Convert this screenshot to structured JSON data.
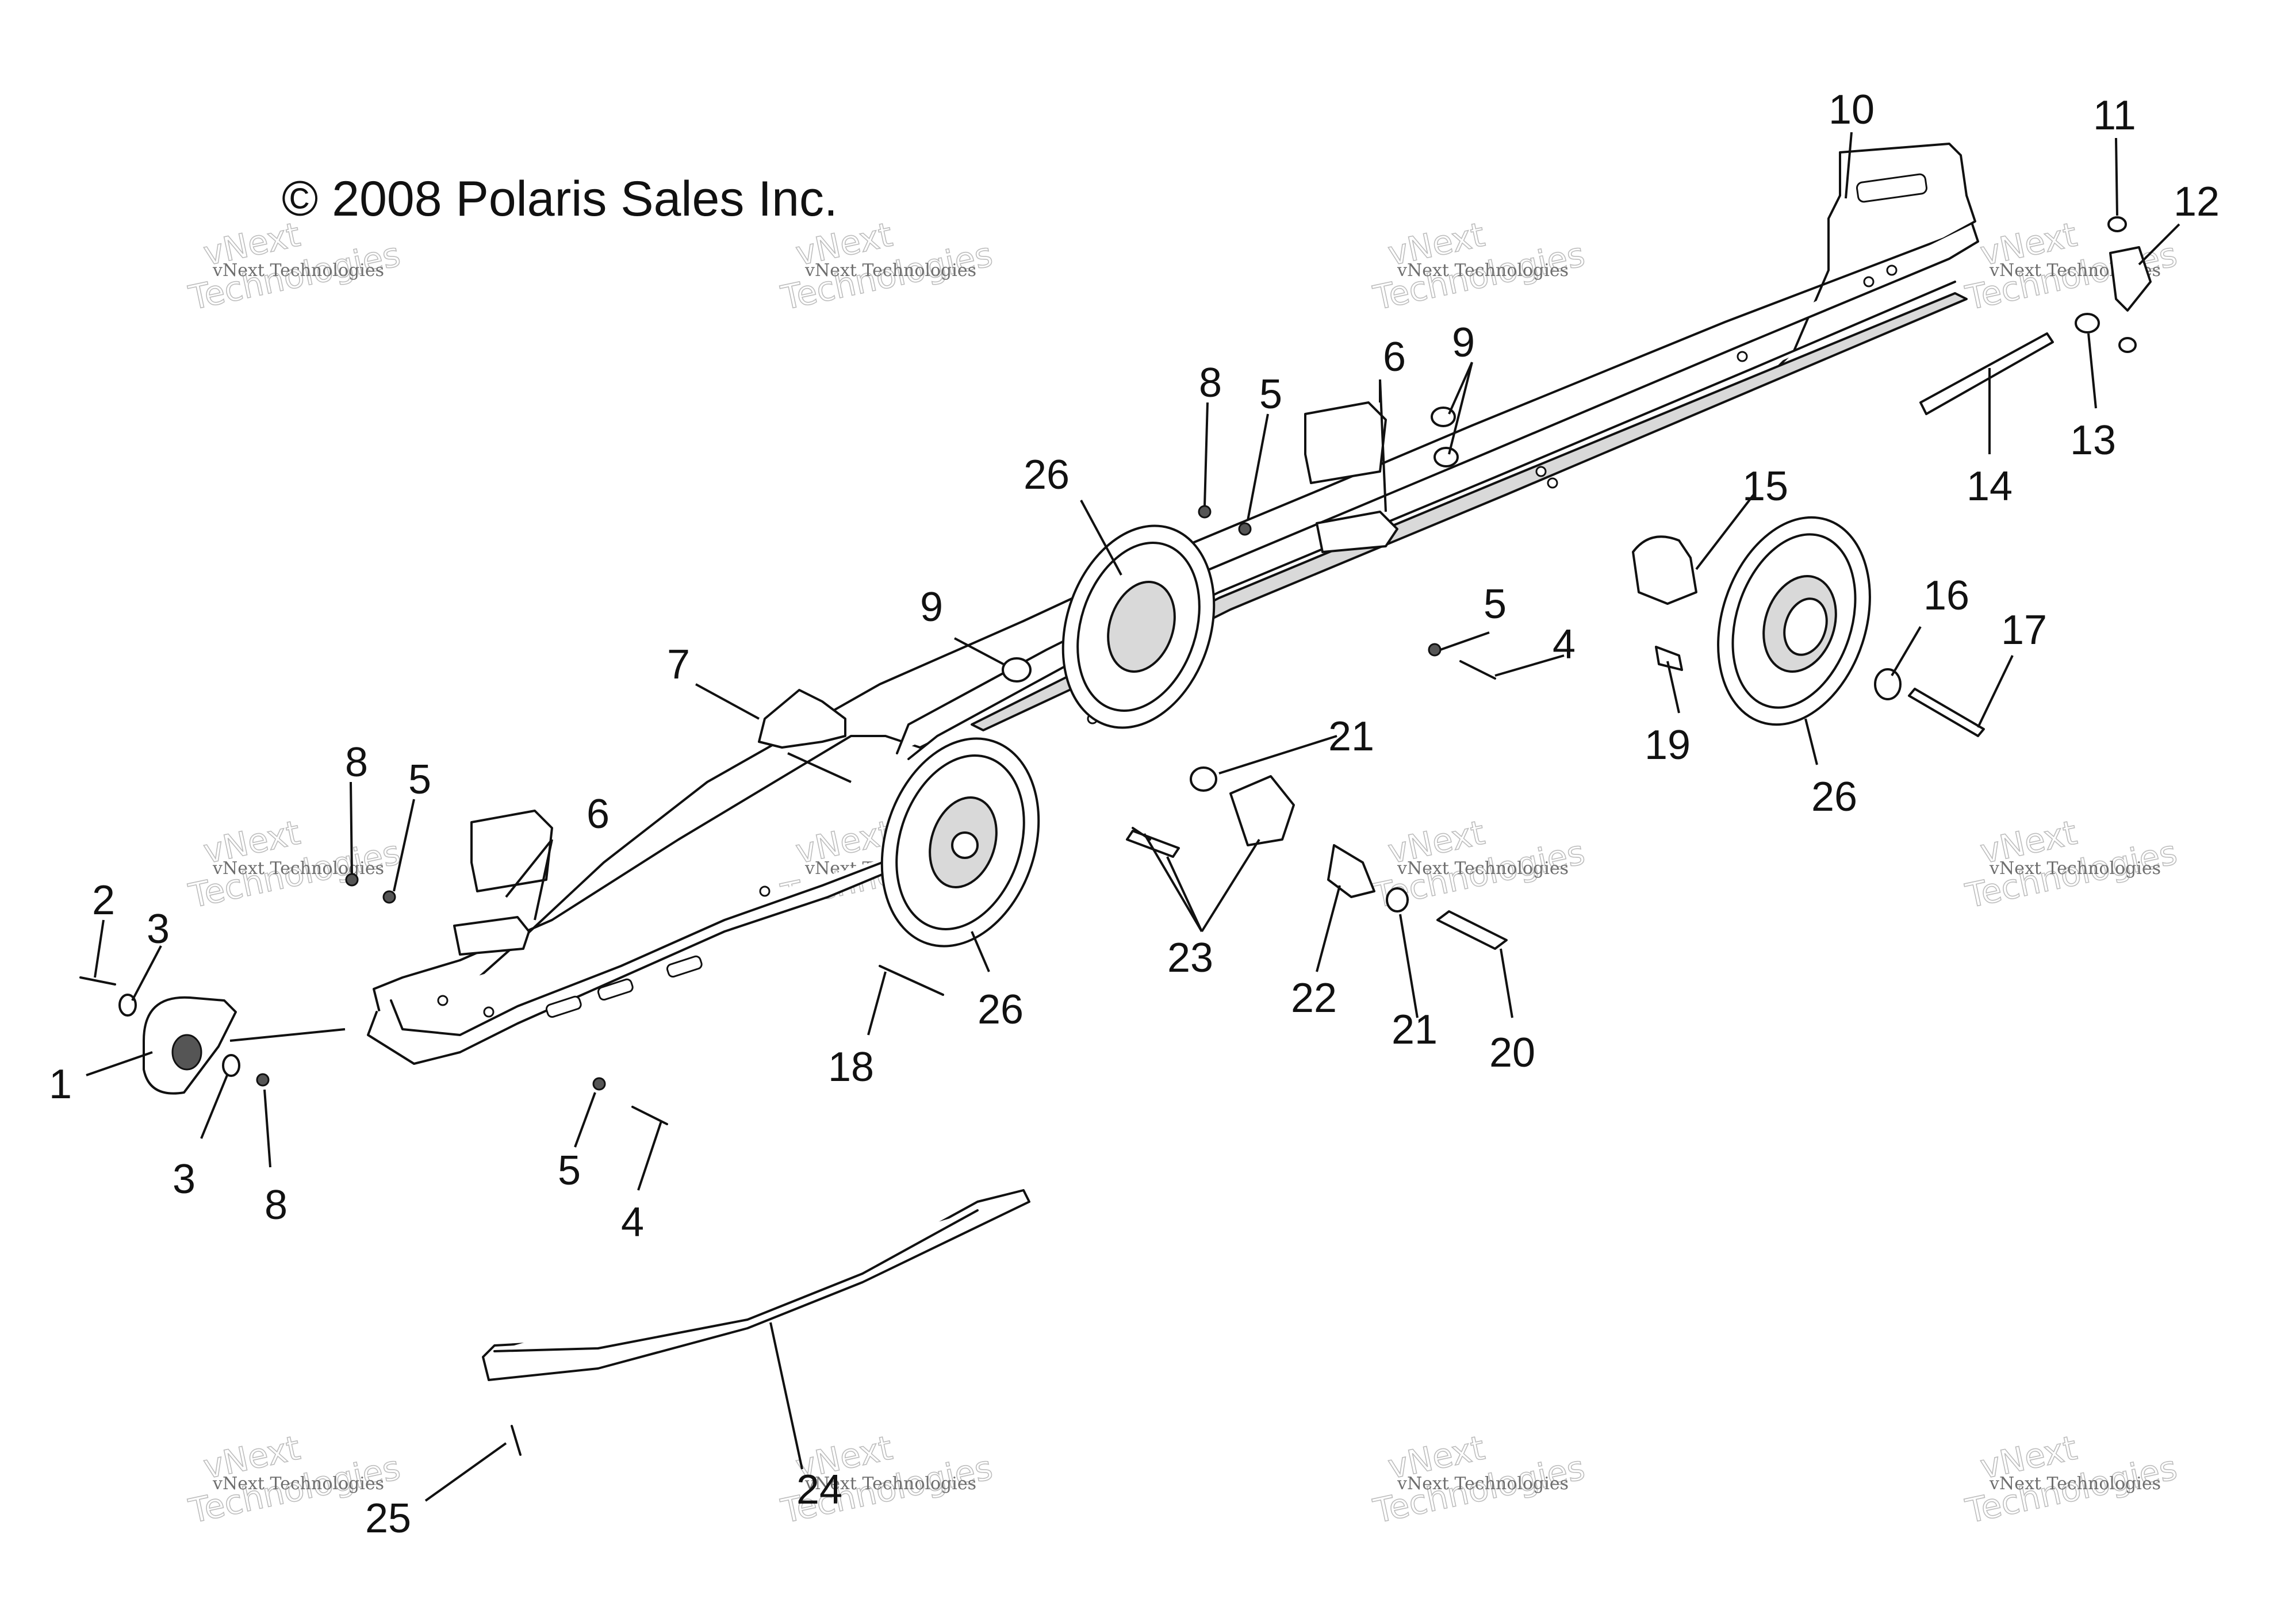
{
  "copyright": "© 2008 Polaris Sales Inc.",
  "watermark": {
    "line1": "vNext Technologies",
    "line2": "vNext",
    "line3": "Technologies"
  },
  "callouts": {
    "c1": "1",
    "c2": "2",
    "c3a": "3",
    "c3b": "3",
    "c4a": "4",
    "c4b": "4",
    "c5a": "5",
    "c5b": "5",
    "c5c": "5",
    "c5d": "5",
    "c6a": "6",
    "c6b": "6",
    "c7": "7",
    "c8a": "8",
    "c8b": "8",
    "c8c": "8",
    "c9a": "9",
    "c9b": "9",
    "c10": "10",
    "c11": "11",
    "c12": "12",
    "c13": "13",
    "c14": "14",
    "c15": "15",
    "c16": "16",
    "c17": "17",
    "c18": "18",
    "c19": "19",
    "c20": "20",
    "c21a": "21",
    "c21b": "21",
    "c22": "22",
    "c23": "23",
    "c24": "24",
    "c25": "25",
    "c26a": "26",
    "c26b": "26",
    "c26c": "26"
  }
}
